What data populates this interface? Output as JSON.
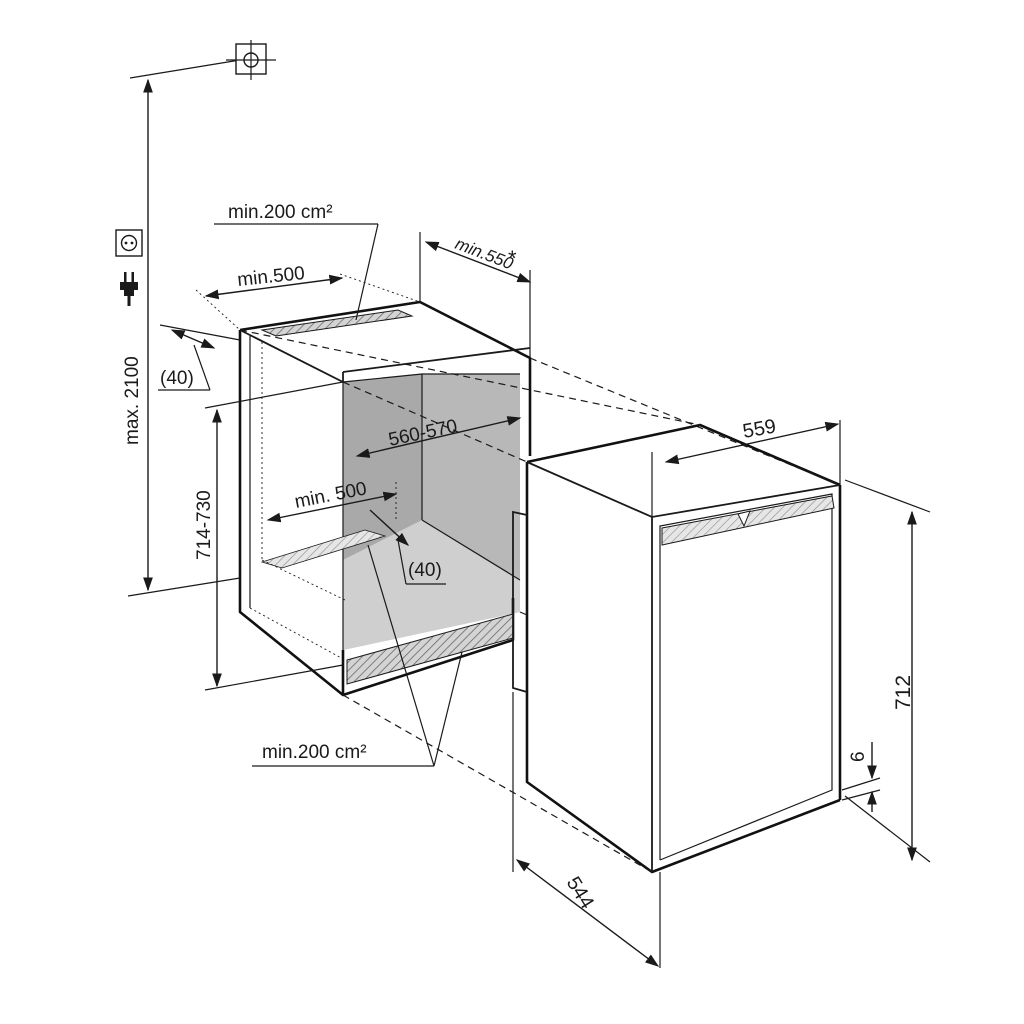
{
  "labels": {
    "max_height": "max. 2100",
    "top_vent": "min.200 cm²",
    "top_depth": "min.500",
    "top_offset": "(40)",
    "rear_depth": "min.550",
    "rear_asterisk": "*",
    "niche_height": "714-730",
    "niche_width": "560-570",
    "bottom_depth": "min. 500",
    "bottom_offset": "(40)",
    "bottom_vent": "min.200 cm²",
    "appliance_width": "559",
    "appliance_height": "712",
    "appliance_depth": "544",
    "door_gap": "6"
  },
  "icons": [
    "socket-icon",
    "plug-icon",
    "mounting-target-icon"
  ],
  "colors": {
    "line": "#1a1a1a",
    "niche_interior": "#b8b8b8",
    "niche_floor": "#cfcfcf",
    "background": "#ffffff"
  }
}
